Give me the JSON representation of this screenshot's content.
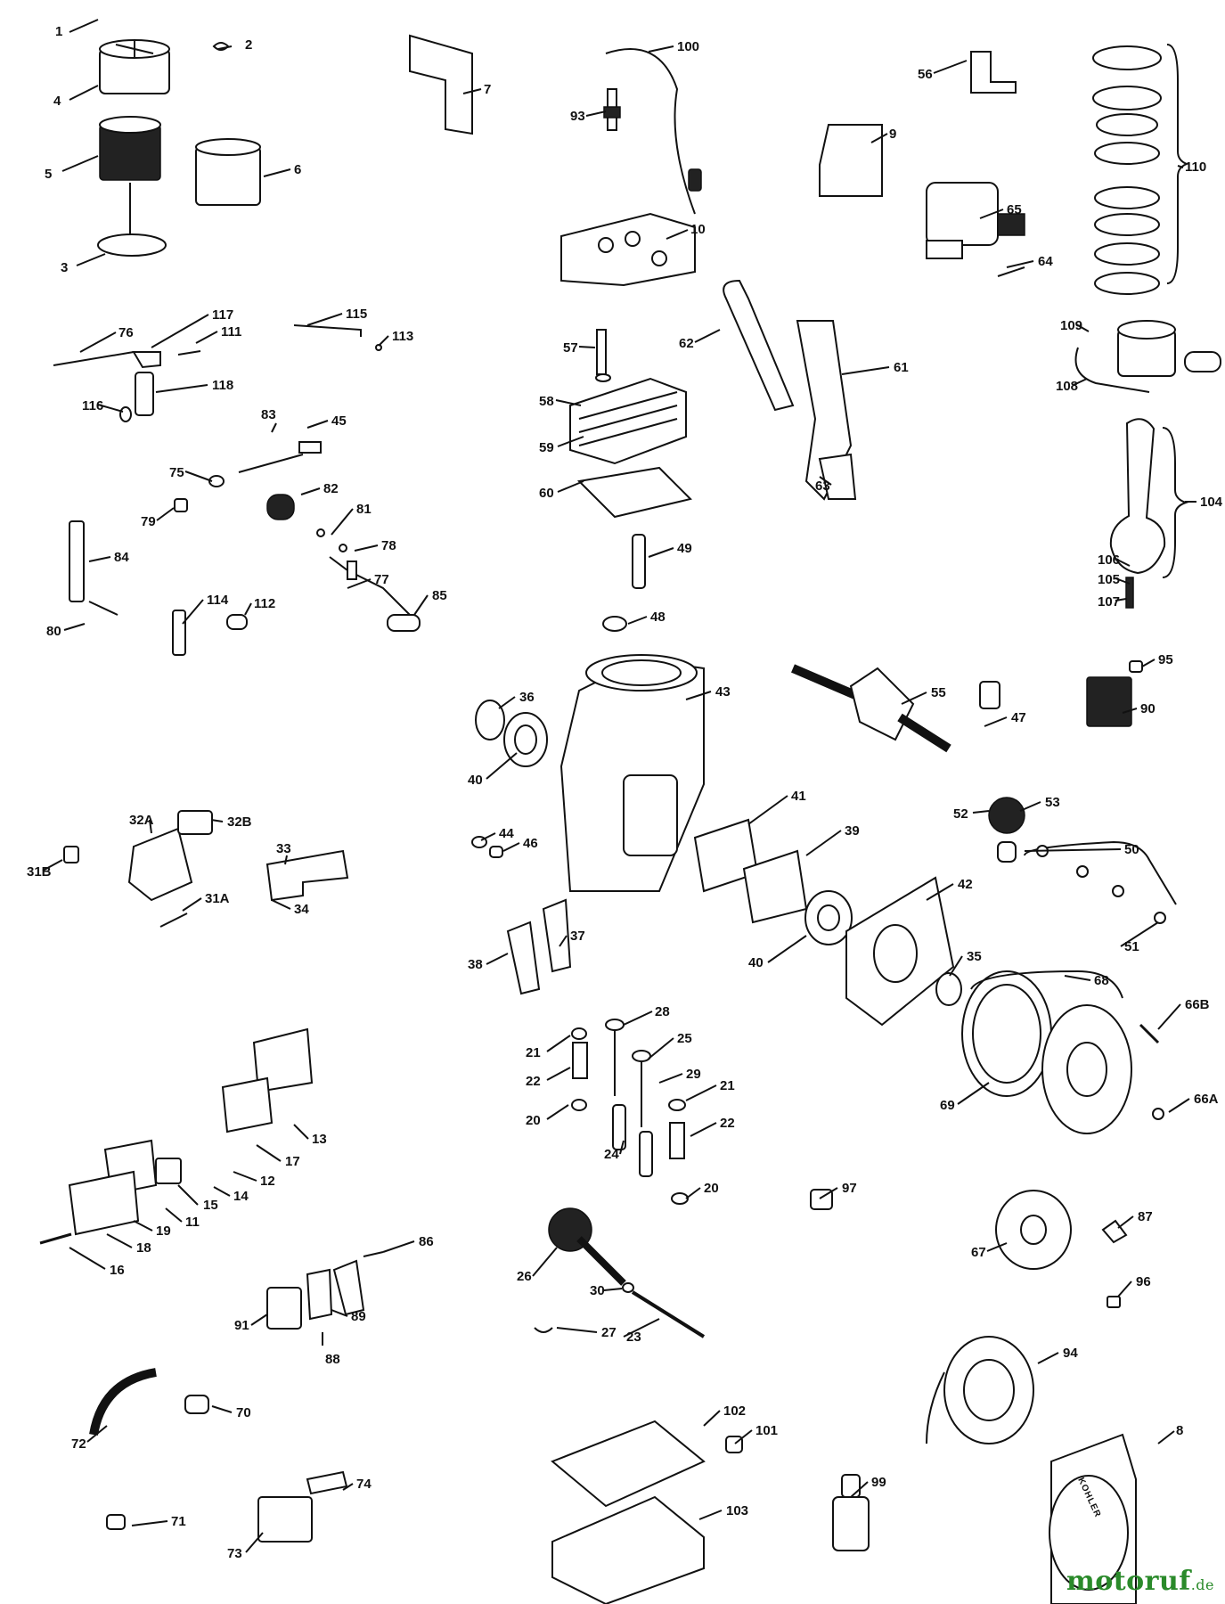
{
  "diagram": {
    "brand_on_housing": "KOHLER",
    "parts": [
      {
        "id": "p1",
        "label": "1"
      },
      {
        "id": "p2",
        "label": "2"
      },
      {
        "id": "p3",
        "label": "3"
      },
      {
        "id": "p4",
        "label": "4"
      },
      {
        "id": "p5",
        "label": "5"
      },
      {
        "id": "p6",
        "label": "6"
      },
      {
        "id": "p7",
        "label": "7"
      },
      {
        "id": "p8",
        "label": "8"
      },
      {
        "id": "p9",
        "label": "9"
      },
      {
        "id": "p10",
        "label": "10"
      },
      {
        "id": "p11",
        "label": "11"
      },
      {
        "id": "p12",
        "label": "12"
      },
      {
        "id": "p13",
        "label": "13"
      },
      {
        "id": "p14",
        "label": "14"
      },
      {
        "id": "p15",
        "label": "15"
      },
      {
        "id": "p16",
        "label": "16"
      },
      {
        "id": "p17",
        "label": "17"
      },
      {
        "id": "p18",
        "label": "18"
      },
      {
        "id": "p19",
        "label": "19"
      },
      {
        "id": "p20a",
        "label": "20"
      },
      {
        "id": "p20b",
        "label": "20"
      },
      {
        "id": "p21a",
        "label": "21"
      },
      {
        "id": "p21b",
        "label": "21"
      },
      {
        "id": "p22a",
        "label": "22"
      },
      {
        "id": "p22b",
        "label": "22"
      },
      {
        "id": "p23",
        "label": "23"
      },
      {
        "id": "p24",
        "label": "24"
      },
      {
        "id": "p25",
        "label": "25"
      },
      {
        "id": "p26",
        "label": "26"
      },
      {
        "id": "p27",
        "label": "27"
      },
      {
        "id": "p28",
        "label": "28"
      },
      {
        "id": "p29",
        "label": "29"
      },
      {
        "id": "p30",
        "label": "30"
      },
      {
        "id": "p31a",
        "label": "31A"
      },
      {
        "id": "p31b",
        "label": "31B"
      },
      {
        "id": "p32a",
        "label": "32A"
      },
      {
        "id": "p32b",
        "label": "32B"
      },
      {
        "id": "p33",
        "label": "33"
      },
      {
        "id": "p34",
        "label": "34"
      },
      {
        "id": "p35",
        "label": "35"
      },
      {
        "id": "p36",
        "label": "36"
      },
      {
        "id": "p37",
        "label": "37"
      },
      {
        "id": "p38",
        "label": "38"
      },
      {
        "id": "p39",
        "label": "39"
      },
      {
        "id": "p40a",
        "label": "40"
      },
      {
        "id": "p40b",
        "label": "40"
      },
      {
        "id": "p41",
        "label": "41"
      },
      {
        "id": "p42",
        "label": "42"
      },
      {
        "id": "p43",
        "label": "43"
      },
      {
        "id": "p44",
        "label": "44"
      },
      {
        "id": "p45",
        "label": "45"
      },
      {
        "id": "p46",
        "label": "46"
      },
      {
        "id": "p47",
        "label": "47"
      },
      {
        "id": "p48",
        "label": "48"
      },
      {
        "id": "p49",
        "label": "49"
      },
      {
        "id": "p50",
        "label": "50"
      },
      {
        "id": "p51",
        "label": "51"
      },
      {
        "id": "p52",
        "label": "52"
      },
      {
        "id": "p53",
        "label": "53"
      },
      {
        "id": "p55",
        "label": "55"
      },
      {
        "id": "p56",
        "label": "56"
      },
      {
        "id": "p57",
        "label": "57"
      },
      {
        "id": "p58",
        "label": "58"
      },
      {
        "id": "p59",
        "label": "59"
      },
      {
        "id": "p60",
        "label": "60"
      },
      {
        "id": "p61",
        "label": "61"
      },
      {
        "id": "p62",
        "label": "62"
      },
      {
        "id": "p63",
        "label": "63"
      },
      {
        "id": "p64",
        "label": "64"
      },
      {
        "id": "p65",
        "label": "65"
      },
      {
        "id": "p66a",
        "label": "66A"
      },
      {
        "id": "p66b",
        "label": "66B"
      },
      {
        "id": "p67",
        "label": "67"
      },
      {
        "id": "p68",
        "label": "68"
      },
      {
        "id": "p69",
        "label": "69"
      },
      {
        "id": "p70",
        "label": "70"
      },
      {
        "id": "p71",
        "label": "71"
      },
      {
        "id": "p72",
        "label": "72"
      },
      {
        "id": "p73",
        "label": "73"
      },
      {
        "id": "p74",
        "label": "74"
      },
      {
        "id": "p75",
        "label": "75"
      },
      {
        "id": "p76",
        "label": "76"
      },
      {
        "id": "p77",
        "label": "77"
      },
      {
        "id": "p78",
        "label": "78"
      },
      {
        "id": "p79",
        "label": "79"
      },
      {
        "id": "p80",
        "label": "80"
      },
      {
        "id": "p81",
        "label": "81"
      },
      {
        "id": "p82",
        "label": "82"
      },
      {
        "id": "p83",
        "label": "83"
      },
      {
        "id": "p84",
        "label": "84"
      },
      {
        "id": "p85",
        "label": "85"
      },
      {
        "id": "p86",
        "label": "86"
      },
      {
        "id": "p87",
        "label": "87"
      },
      {
        "id": "p88",
        "label": "88"
      },
      {
        "id": "p89",
        "label": "89"
      },
      {
        "id": "p90",
        "label": "90"
      },
      {
        "id": "p91",
        "label": "91"
      },
      {
        "id": "p93",
        "label": "93"
      },
      {
        "id": "p94",
        "label": "94"
      },
      {
        "id": "p95",
        "label": "95"
      },
      {
        "id": "p96",
        "label": "96"
      },
      {
        "id": "p97",
        "label": "97"
      },
      {
        "id": "p99",
        "label": "99"
      },
      {
        "id": "p100",
        "label": "100"
      },
      {
        "id": "p101",
        "label": "101"
      },
      {
        "id": "p102",
        "label": "102"
      },
      {
        "id": "p103",
        "label": "103"
      },
      {
        "id": "p104",
        "label": "104"
      },
      {
        "id": "p105",
        "label": "105"
      },
      {
        "id": "p106",
        "label": "106"
      },
      {
        "id": "p107",
        "label": "107"
      },
      {
        "id": "p108",
        "label": "108"
      },
      {
        "id": "p109",
        "label": "109"
      },
      {
        "id": "p110",
        "label": "110"
      },
      {
        "id": "p111",
        "label": "111"
      },
      {
        "id": "p112",
        "label": "112"
      },
      {
        "id": "p113",
        "label": "113"
      },
      {
        "id": "p114",
        "label": "114"
      },
      {
        "id": "p115",
        "label": "115"
      },
      {
        "id": "p116",
        "label": "116"
      },
      {
        "id": "p117",
        "label": "117"
      },
      {
        "id": "p118",
        "label": "118"
      }
    ]
  },
  "watermark": {
    "name": "motoruf",
    "tld": ".de"
  },
  "colors": {
    "ink": "#111111",
    "watermark": "#2a8a2a"
  }
}
